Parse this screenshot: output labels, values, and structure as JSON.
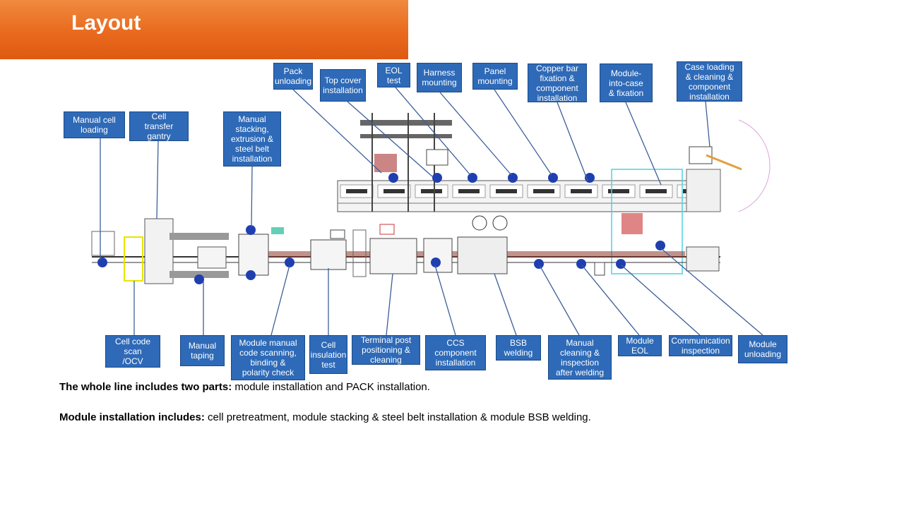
{
  "title": "Layout",
  "labels": {
    "manual_cell_loading": "Manual cell\nloading",
    "cell_transfer_gantry": "Cell\ntransfer\ngantry",
    "manual_stacking": "Manual\nstacking,\nextrusion &\nsteel belt\ninstallation",
    "pack_unloading": "Pack\nunloading",
    "top_cover_installation": "Top cover\ninstallation",
    "eol_test": "EOL\ntest",
    "harness_mounting": "Harness\nmounting",
    "panel_mounting": "Panel\nmounting",
    "copper_bar": "Copper bar\nfixation &\ncomponent\ninstallation",
    "module_into_case": "Module-\ninto-case\n& fixation",
    "case_loading": "Case loading\n& cleaning &\ncomponent\ninstallation",
    "cell_code_scan": "Cell code\nscan\n/OCV",
    "manual_taping": "Manual\ntaping",
    "module_manual_code": "Module manual\ncode scanning,\nbinding &\npolarity check",
    "cell_insulation_test": "Cell\ninsulation\ntest",
    "terminal_post": "Terminal post\npositioning &\ncleaning",
    "ccs_component": "CCS\ncomponent\ninstallation",
    "bsb_welding": "BSB\nwelding",
    "manual_cleaning": "Manual\ncleaning &\ninspection\nafter welding",
    "module_eol": "Module\nEOL",
    "communication_inspection": "Communication\ninspection",
    "module_unloading": "Module\nunloading"
  },
  "description": {
    "line1_bold": "The whole line includes two parts:",
    "line1_text": " module installation and PACK installation.",
    "line2_bold": "Module installation includes:",
    "line2_text": " cell pretreatment, module stacking & steel belt installation & module BSB welding."
  },
  "colors": {
    "label_fill": "#2e6ab7",
    "leader_line": "#3d5f99",
    "banner": "#e96a1e",
    "machine_line": "#555555",
    "station_marker": "#1f3fb0"
  }
}
